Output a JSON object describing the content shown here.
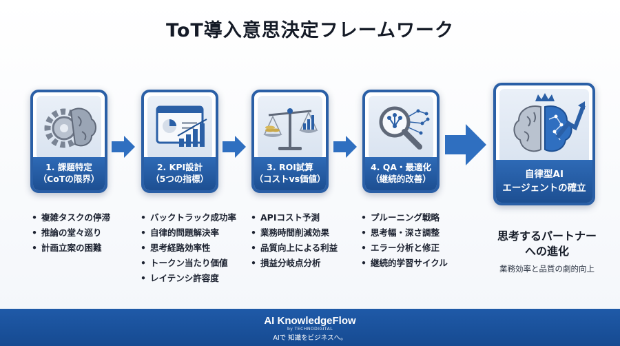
{
  "title": "ToT導入意思決定フレームワーク",
  "steps": [
    {
      "label_line1": "1. 課題特定",
      "label_line2": "（CoTの限界）",
      "icon": "brain-gear-icon",
      "bullets": [
        "複雑タスクの停滞",
        "推論の堂々巡り",
        "計画立案の困難"
      ]
    },
    {
      "label_line1": "2. KPI設計",
      "label_line2": "（5つの指標）",
      "icon": "dashboard-chart-icon",
      "bullets": [
        "バックトラック成功率",
        "自律的問題解決率",
        "思考経路効率性",
        "トークン当たり価値",
        "レイテンシ許容度"
      ]
    },
    {
      "label_line1": "3. ROI試算",
      "label_line2": "（コストvs価値）",
      "icon": "balance-scale-icon",
      "bullets": [
        "APIコスト予測",
        "業務時間削減効果",
        "品質向上による利益",
        "損益分岐点分析"
      ]
    },
    {
      "label_line1": "4. QA・最適化",
      "label_line2": "（継続的改善）",
      "icon": "magnifier-network-icon",
      "bullets": [
        "プルーニング戦略",
        "思考幅・深さ調整",
        "エラー分析と修正",
        "継続的学習サイクル"
      ]
    }
  ],
  "final": {
    "label_line1": "自律型AI",
    "label_line2": "エージェントの確立",
    "icon": "brain-crown-growth-icon",
    "heading_line1": "思考するパートナー",
    "heading_line2": "への進化",
    "subtext": "業務効率と品質の劇的向上"
  },
  "footer": {
    "brand": "AI KnowledgeFlow",
    "by": "by TECHNODIGITAL",
    "tagline": "AIで 知識をビジネスへ。"
  },
  "colors": {
    "primary": "#2a5fa6",
    "footer": "#1f5aa8",
    "arrow": "#2f6fc0"
  }
}
